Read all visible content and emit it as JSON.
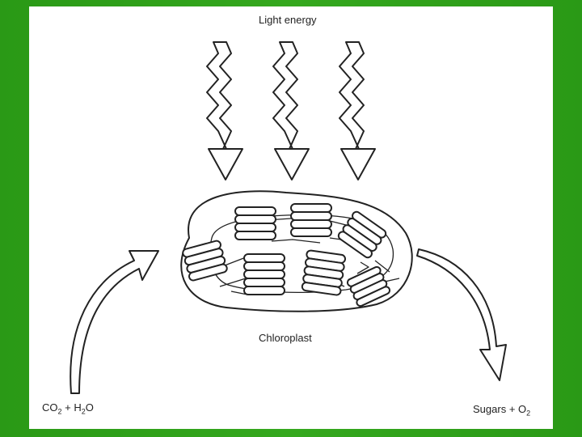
{
  "diagram": {
    "light_label": "Light energy",
    "organelle_label": "Chloroplast",
    "inputs": {
      "a": "CO",
      "a_sub": "2",
      "plus": " + ",
      "b": "H",
      "b_sub": "2",
      "b_tail": "O"
    },
    "outputs": {
      "a": "Sugars",
      "plus": " + ",
      "b": "O",
      "b_sub": "2"
    }
  }
}
